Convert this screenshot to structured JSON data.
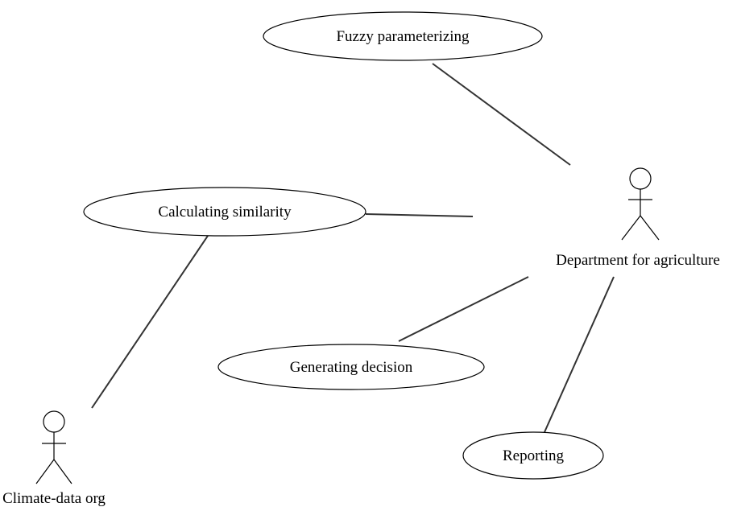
{
  "use_cases": {
    "fuzzy_parameterizing": "Fuzzy parameterizing",
    "calculating_similarity": "Calculating similarity",
    "generating_decision": "Generating decision",
    "reporting": "Reporting"
  },
  "actors": {
    "department": "Department for agriculture",
    "climate_data_org": "Climate-data org"
  }
}
